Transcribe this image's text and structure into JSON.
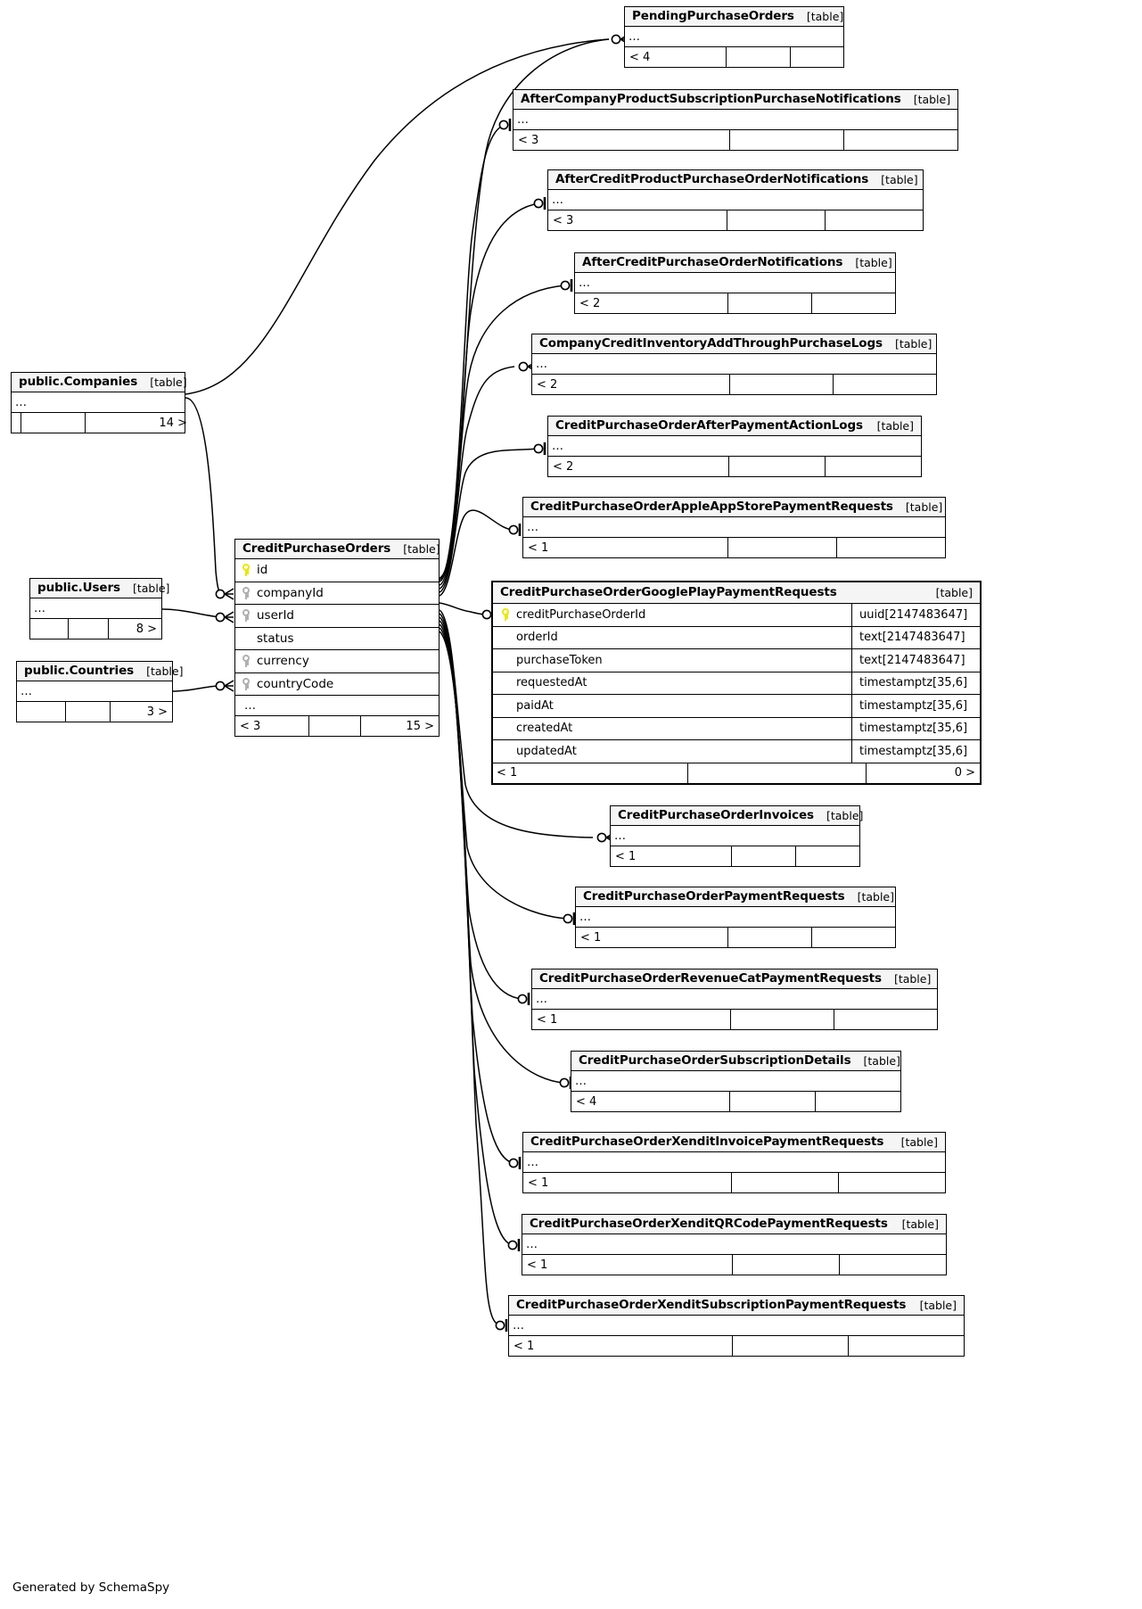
{
  "footer": {
    "generated_by": "Generated by SchemaSpy"
  },
  "labels": {
    "table_tag": "[table]",
    "ellipsis": "…"
  },
  "main_table": {
    "name": "CreditPurchaseOrders",
    "tag": "[table]",
    "columns": [
      {
        "name": "id",
        "key": "primary"
      },
      {
        "name": "companyId",
        "key": "foreign"
      },
      {
        "name": "userId",
        "key": "foreign"
      },
      {
        "name": "status",
        "key": "none"
      },
      {
        "name": "currency",
        "key": "foreign"
      },
      {
        "name": "countryCode",
        "key": "foreign"
      }
    ],
    "more": "…",
    "footer": {
      "left": "< 3",
      "mid": "",
      "right": "15 >"
    }
  },
  "detail_table": {
    "name": "CreditPurchaseOrderGooglePlayPaymentRequests",
    "tag": "[table]",
    "columns": [
      {
        "name": "creditPurchaseOrderId",
        "type": "uuid[2147483647]",
        "key": "primary"
      },
      {
        "name": "orderId",
        "type": "text[2147483647]",
        "key": "none"
      },
      {
        "name": "purchaseToken",
        "type": "text[2147483647]",
        "key": "none"
      },
      {
        "name": "requestedAt",
        "type": "timestamptz[35,6]",
        "key": "none"
      },
      {
        "name": "paidAt",
        "type": "timestamptz[35,6]",
        "key": "none"
      },
      {
        "name": "createdAt",
        "type": "timestamptz[35,6]",
        "key": "none"
      },
      {
        "name": "updatedAt",
        "type": "timestamptz[35,6]",
        "key": "none"
      }
    ],
    "footer": {
      "left": "< 1",
      "mid": "",
      "right": "0 >"
    }
  },
  "parent_tables": [
    {
      "name": "public.Companies",
      "tag": "[table]",
      "more": "…",
      "footer": {
        "left": "",
        "mid": "",
        "right": "14 >"
      }
    },
    {
      "name": "public.Users",
      "tag": "[table]",
      "more": "…",
      "footer": {
        "left": "",
        "mid": "",
        "right": "8 >"
      }
    },
    {
      "name": "public.Countries",
      "tag": "[table]",
      "more": "…",
      "footer": {
        "left": "",
        "mid": "",
        "right": "3 >"
      }
    }
  ],
  "child_tables": [
    {
      "name": "PendingPurchaseOrders",
      "tag": "[table]",
      "more": "…",
      "footer": {
        "left": "< 4",
        "mid": "",
        "right": ""
      }
    },
    {
      "name": "AfterCompanyProductSubscriptionPurchaseNotifications",
      "tag": "[table]",
      "more": "…",
      "footer": {
        "left": "< 3",
        "mid": "",
        "right": ""
      }
    },
    {
      "name": "AfterCreditProductPurchaseOrderNotifications",
      "tag": "[table]",
      "more": "…",
      "footer": {
        "left": "< 3",
        "mid": "",
        "right": ""
      }
    },
    {
      "name": "AfterCreditPurchaseOrderNotifications",
      "tag": "[table]",
      "more": "…",
      "footer": {
        "left": "< 2",
        "mid": "",
        "right": ""
      }
    },
    {
      "name": "CompanyCreditInventoryAddThroughPurchaseLogs",
      "tag": "[table]",
      "more": "…",
      "footer": {
        "left": "< 2",
        "mid": "",
        "right": ""
      }
    },
    {
      "name": "CreditPurchaseOrderAfterPaymentActionLogs",
      "tag": "[table]",
      "more": "…",
      "footer": {
        "left": "< 2",
        "mid": "",
        "right": ""
      }
    },
    {
      "name": "CreditPurchaseOrderAppleAppStorePaymentRequests",
      "tag": "[table]",
      "more": "…",
      "footer": {
        "left": "< 1",
        "mid": "",
        "right": ""
      }
    },
    {
      "name": "CreditPurchaseOrderInvoices",
      "tag": "[table]",
      "more": "…",
      "footer": {
        "left": "< 1",
        "mid": "",
        "right": ""
      }
    },
    {
      "name": "CreditPurchaseOrderPaymentRequests",
      "tag": "[table]",
      "more": "…",
      "footer": {
        "left": "< 1",
        "mid": "",
        "right": ""
      }
    },
    {
      "name": "CreditPurchaseOrderRevenueCatPaymentRequests",
      "tag": "[table]",
      "more": "…",
      "footer": {
        "left": "< 1",
        "mid": "",
        "right": ""
      }
    },
    {
      "name": "CreditPurchaseOrderSubscriptionDetails",
      "tag": "[table]",
      "more": "…",
      "footer": {
        "left": "< 4",
        "mid": "",
        "right": ""
      }
    },
    {
      "name": "CreditPurchaseOrderXenditInvoicePaymentRequests",
      "tag": "[table]",
      "more": "…",
      "footer": {
        "left": "< 1",
        "mid": "",
        "right": ""
      }
    },
    {
      "name": "CreditPurchaseOrderXenditQRCodePaymentRequests",
      "tag": "[table]",
      "more": "…",
      "footer": {
        "left": "< 1",
        "mid": "",
        "right": ""
      }
    },
    {
      "name": "CreditPurchaseOrderXenditSubscriptionPaymentRequests",
      "tag": "[table]",
      "more": "…",
      "footer": {
        "left": "< 1",
        "mid": "",
        "right": ""
      }
    }
  ]
}
